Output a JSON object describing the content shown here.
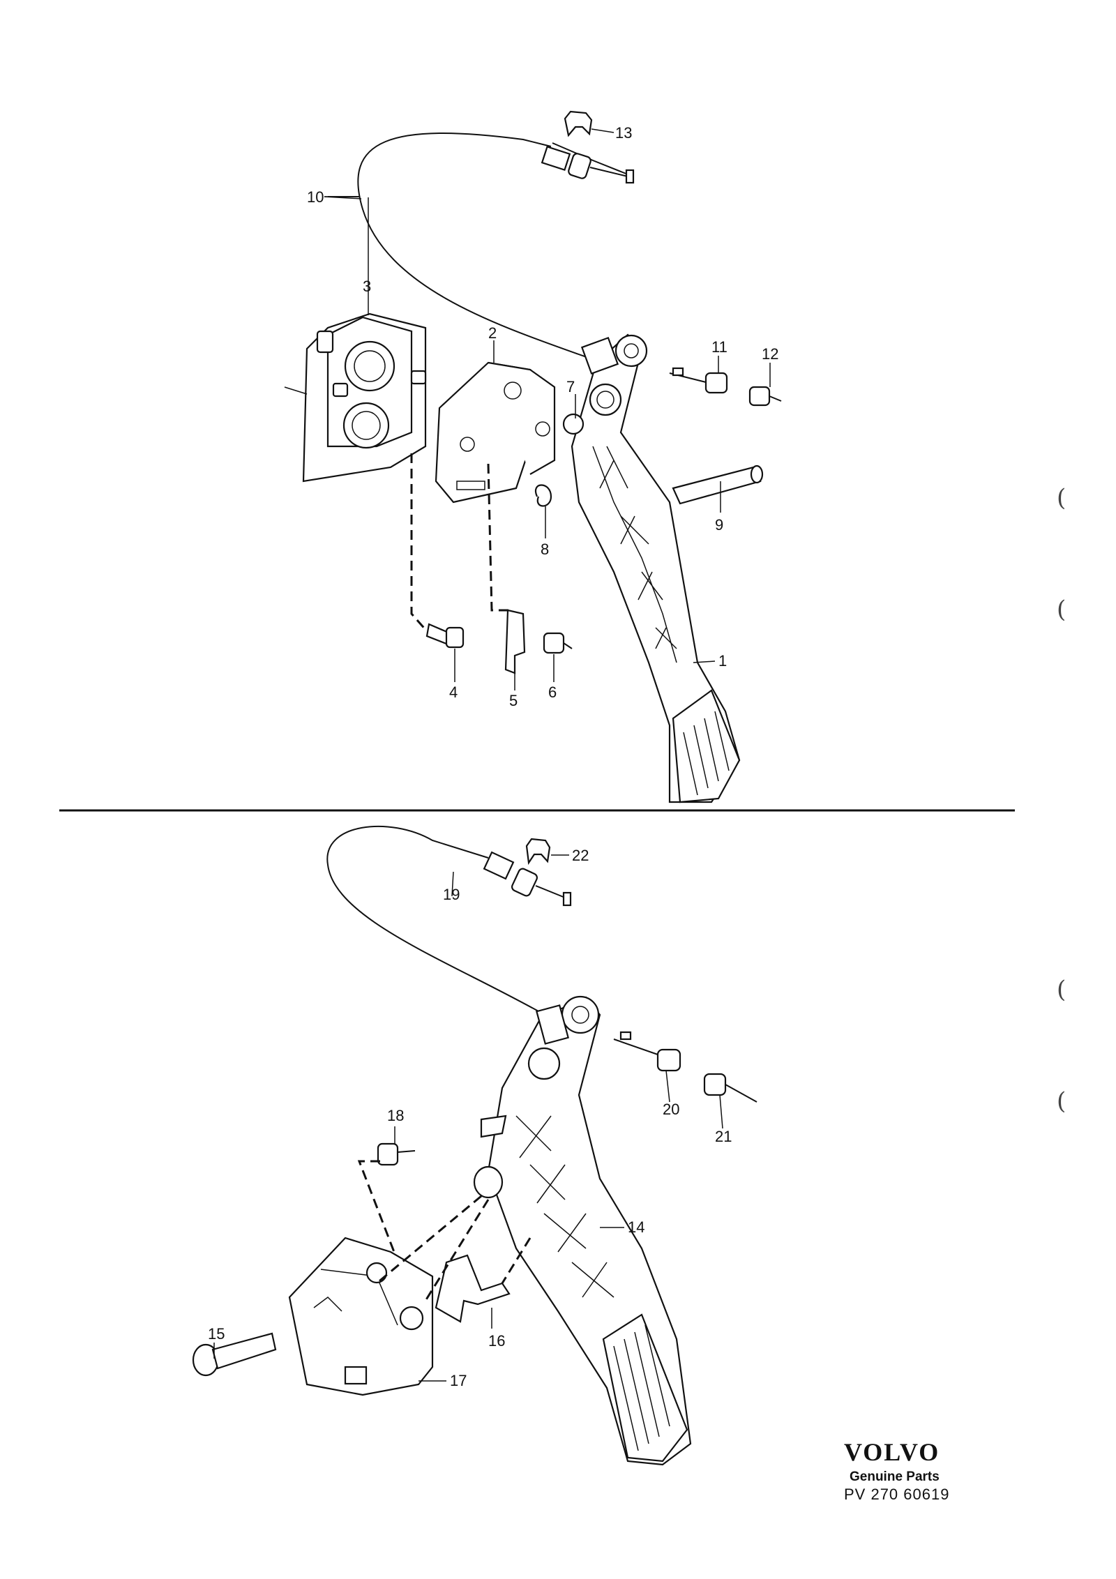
{
  "top_labels": [
    "1",
    "2",
    "3",
    "4",
    "5",
    "6",
    "7",
    "8",
    "9",
    "10",
    "11",
    "12",
    "13"
  ],
  "bottom_labels": [
    "14",
    "15",
    "16",
    "17",
    "18",
    "19",
    "20",
    "21",
    "22"
  ],
  "brand": {
    "logo": "VOLVO",
    "subtitle": "Genuine Parts",
    "code": "PV 270 60619"
  },
  "margin_marks": [
    "(",
    "(",
    "(",
    "("
  ]
}
